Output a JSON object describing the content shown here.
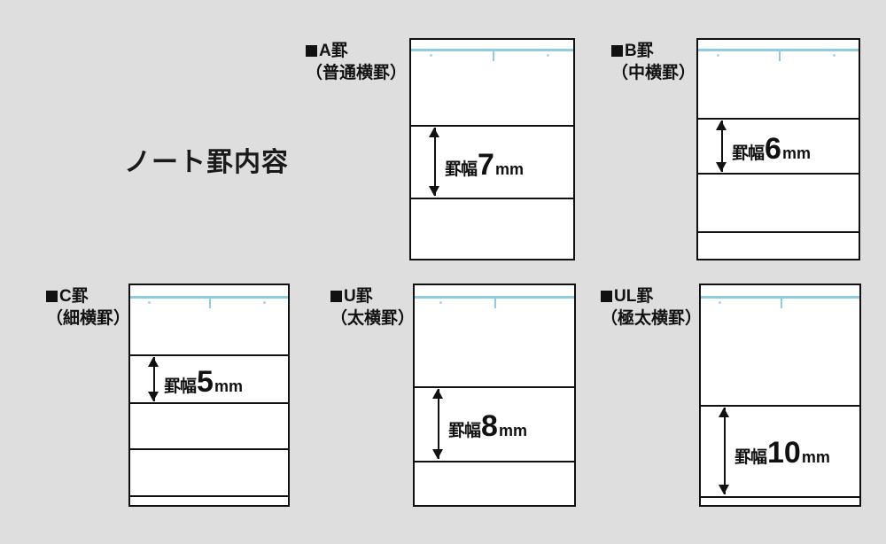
{
  "page": {
    "title": "ノート罫内容",
    "background_color": "#dedede",
    "paper_color": "#ffffff",
    "ink_color": "#111111",
    "header_line_color": "#8ecce4"
  },
  "unit": "mm",
  "caption_word": "罫幅",
  "square_bullet": "■",
  "specimens": [
    {
      "id": "a",
      "code": "■A罫",
      "name": "（普通横罫）",
      "rule_width_mm": 7,
      "measure_value": "7",
      "measure_unit": "mm",
      "caption": "罫幅7mm"
    },
    {
      "id": "b",
      "code": "■B罫",
      "name": "（中横罫）",
      "rule_width_mm": 6,
      "measure_value": "6",
      "measure_unit": "mm",
      "caption": "罫幅6mm"
    },
    {
      "id": "c",
      "code": "■C罫",
      "name": "（細横罫）",
      "rule_width_mm": 5,
      "measure_value": "5",
      "measure_unit": "mm",
      "caption": "罫幅5mm"
    },
    {
      "id": "u",
      "code": "■U罫",
      "name": "（太横罫）",
      "rule_width_mm": 8,
      "measure_value": "8",
      "measure_unit": "mm",
      "caption": "罫幅8mm"
    },
    {
      "id": "ul",
      "code": "■UL罫",
      "name": "（極太横罫）",
      "rule_width_mm": 10,
      "measure_value": "10",
      "measure_unit": "mm",
      "caption": "罫幅10mm"
    }
  ]
}
